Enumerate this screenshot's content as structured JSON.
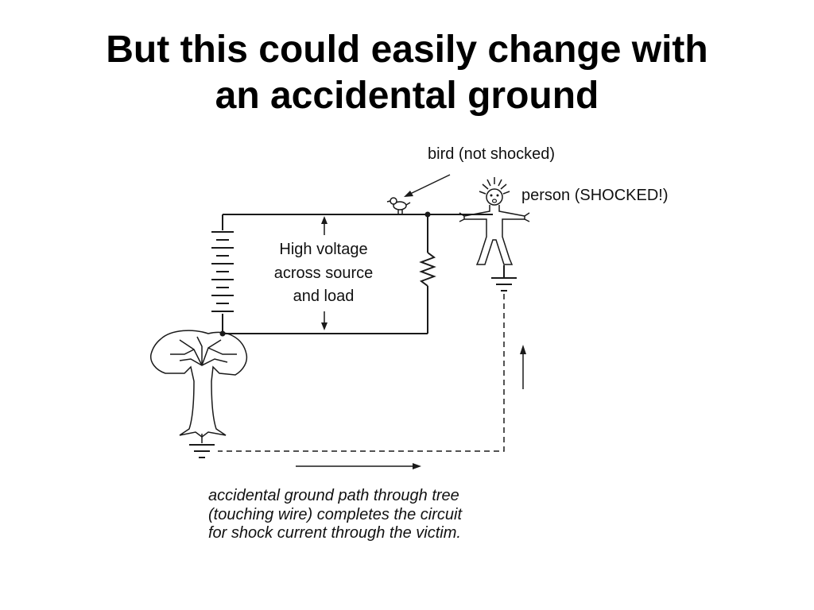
{
  "slide": {
    "title_lines": [
      "But this could easily change with",
      "an accidental ground"
    ]
  },
  "diagram": {
    "labels": {
      "bird": "bird (not shocked)",
      "person": "person (SHOCKED!)",
      "voltage_lines": [
        "High voltage",
        "across source",
        "and load"
      ],
      "caption_lines": [
        "accidental ground path through tree",
        "(touching wire) completes the circuit",
        "for shock current through the victim."
      ]
    }
  }
}
